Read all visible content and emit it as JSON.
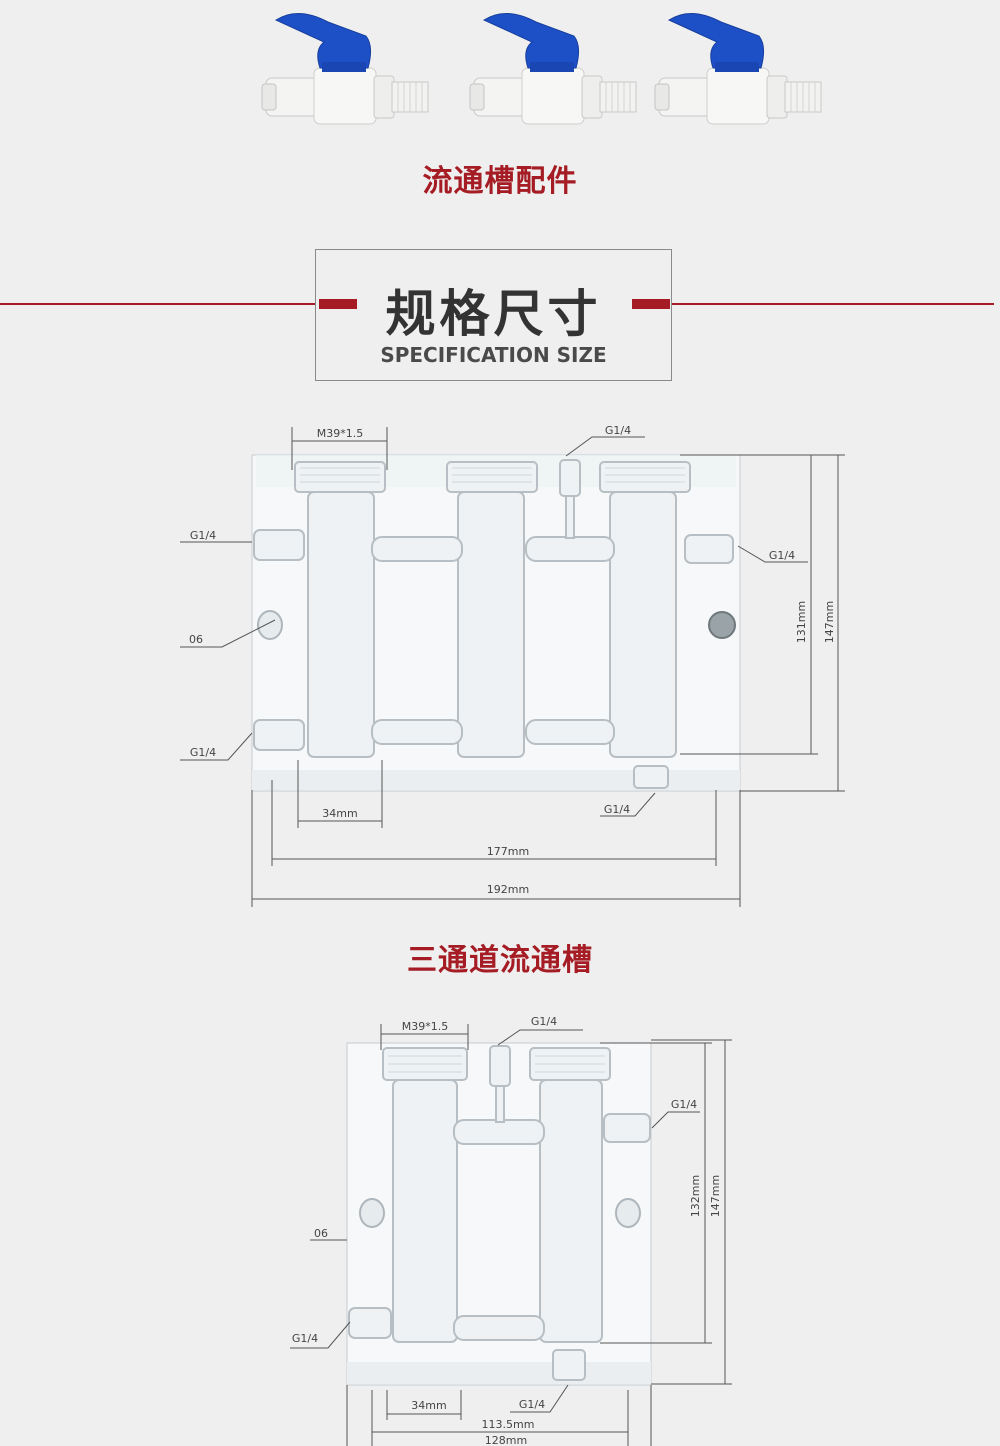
{
  "accessories": {
    "title": "流通槽配件",
    "valves": [
      {
        "icon": "ball-valve-icon",
        "handle_color": "#1d4fc7"
      },
      {
        "icon": "ball-valve-icon",
        "handle_color": "#1d4fc7"
      },
      {
        "icon": "ball-valve-icon",
        "handle_color": "#1d4fc7"
      }
    ]
  },
  "spec_header": {
    "title_cn": "规格尺寸",
    "title_en": "SPECIFICATION SIZE",
    "accent_color": "#a51c24"
  },
  "diagram_three_channel": {
    "labels": {
      "thread_top": "M39*1.5",
      "port_top": "G1/4",
      "port_left_upper": "G1/4",
      "hole_left": "06",
      "port_left_lower": "G1/4",
      "port_right": "G1/4",
      "port_bottom": "G1/4",
      "dim_spacing": "34mm",
      "dim_inner_width": "177mm",
      "dim_total_width": "192mm",
      "dim_inner_height": "131mm",
      "dim_total_height": "147mm"
    },
    "caption": "三通道流通槽"
  },
  "diagram_two_channel": {
    "labels": {
      "thread_top": "M39*1.5",
      "port_top": "G1/4",
      "port_right": "G1/4",
      "hole_left": "06",
      "port_left_lower": "G1/4",
      "port_bottom": "G1/4",
      "dim_spacing": "34mm",
      "dim_inner_width": "113.5mm",
      "dim_total_width": "128mm",
      "dim_inner_height": "132mm",
      "dim_total_height": "147mm"
    }
  }
}
